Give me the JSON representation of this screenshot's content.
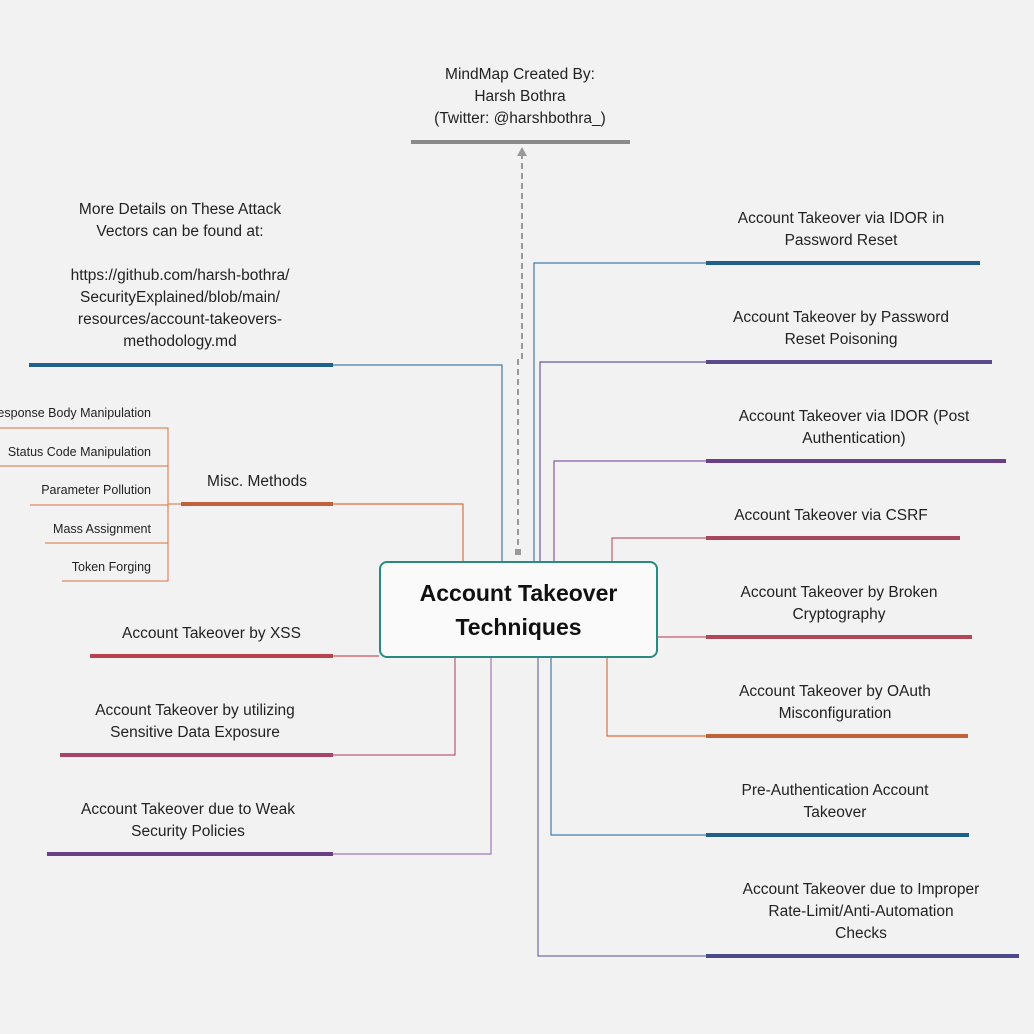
{
  "central": {
    "title": "Account Takeover\nTechniques"
  },
  "credit": {
    "text": "MindMap Created By:\n      Harsh Bothra\n(Twitter: @harshbothra_)"
  },
  "details": {
    "text": "More Details on These Attack\nVectors can be found at:\n\nhttps://github.com/harsh-bothra/\nSecurityExplained/blob/main/\nresources/account-takeovers-\nmethodology.md"
  },
  "right_branches": [
    {
      "label": "Account Takeover via IDOR in\nPassword Reset",
      "color": "#1f5f8b"
    },
    {
      "label": "Account Takeover by Password\nReset Poisoning",
      "color": "#5a4a8a"
    },
    {
      "label": "Account Takeover via IDOR (Post\nAuthentication)",
      "color": "#6a3f86"
    },
    {
      "label": "Account Takeover via CSRF",
      "color": "#a8455a"
    },
    {
      "label": "Account Takeover by Broken\nCryptography",
      "color": "#b04858"
    },
    {
      "label": "Account Takeover by OAuth\nMisconfiguration",
      "color": "#c0603a"
    },
    {
      "label": "Pre-Authentication Account\nTakeover",
      "color": "#1f5f8b"
    },
    {
      "label": "Account Takeover due to Improper\nRate-Limit/Anti-Automation\nChecks",
      "color": "#4a4a8a"
    }
  ],
  "left_branches": [
    {
      "label": "Misc. Methods",
      "color": "#c0603a"
    },
    {
      "label": "Account Takeover by XSS",
      "color": "#b8434e"
    },
    {
      "label": "Account Takeover by utilizing\nSensitive Data Exposure",
      "color": "#a8446a"
    },
    {
      "label": "Account Takeover due to Weak\nSecurity Policies",
      "color": "#6a3f86"
    }
  ],
  "misc_methods": [
    "Response Body Manipulation",
    "Status Code Manipulation",
    "Parameter Pollution",
    "Mass Assignment",
    "Token Forging"
  ],
  "colors": {
    "central_border": "#2a8a80",
    "details_bar": "#1f5f8b",
    "credit_bar": "#8a8a8a",
    "sub_lines": "#d9733f"
  }
}
